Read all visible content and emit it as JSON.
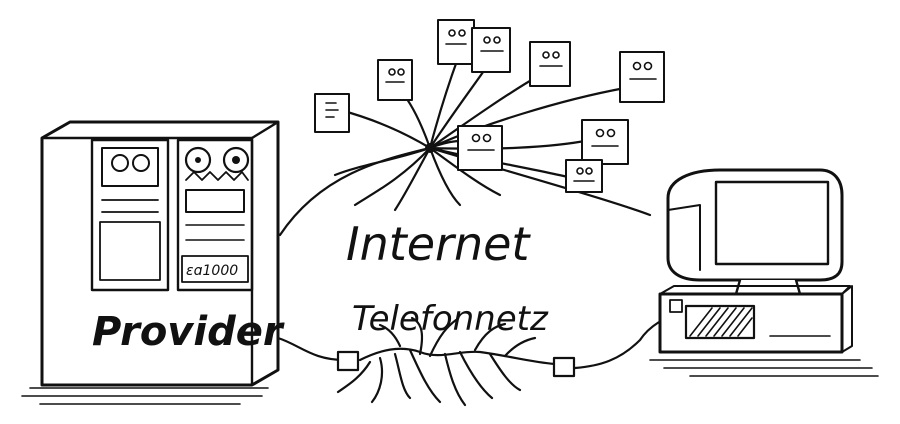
{
  "labels": {
    "internet": "Internet",
    "telefonnetz": "Telefonnetz",
    "provider": "Provider",
    "provider_counter": "ɛɑ1000"
  },
  "colors": {
    "ink": "#111111",
    "paper": "#ffffff"
  },
  "icons": {
    "server": "provider-server-icon",
    "computer": "desktop-computer-icon",
    "internet_node": "internet-host-icon",
    "phone_connector": "phone-plug-icon"
  }
}
